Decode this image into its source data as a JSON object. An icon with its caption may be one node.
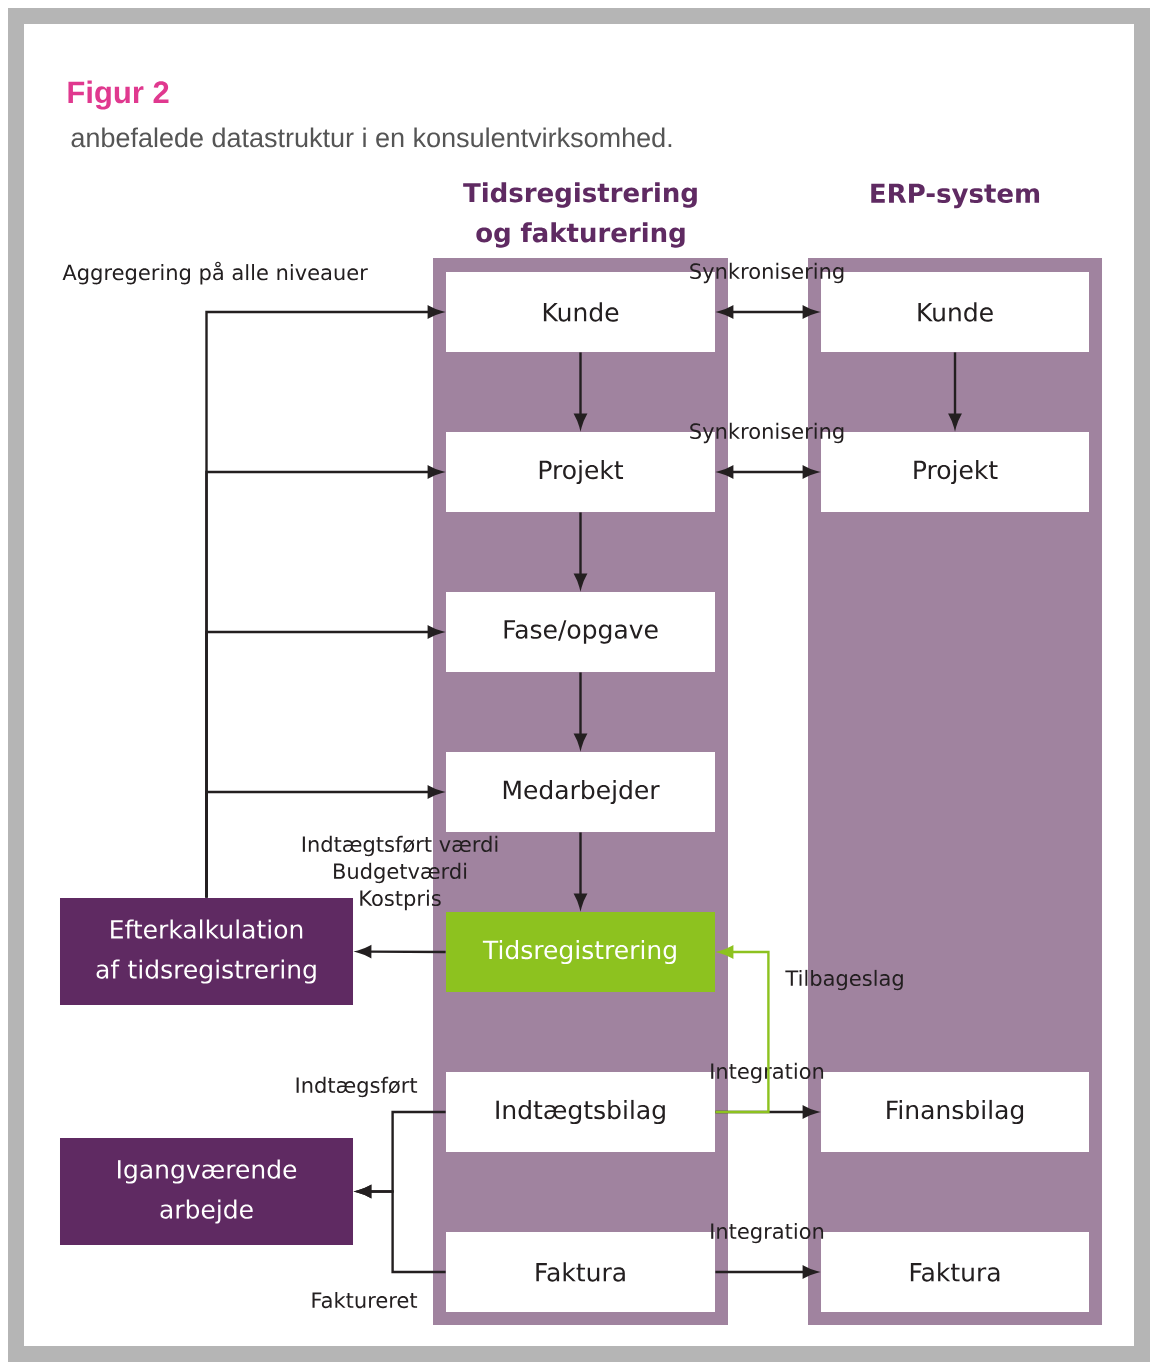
{
  "diagram": {
    "title": "Figur 2",
    "caption": "anbefalede datastruktur i en konsulentvirksomhed.",
    "nodes": [
      {
        "text": [
          "Tidsregistrering og fakturering"
        ]
      },
      {
        "text": [
          "ERP-system"
        ]
      },
      {
        "text": [
          "Kunde"
        ],
        "in": 0
      },
      {
        "text": [
          "Projekt"
        ],
        "in": 0
      },
      {
        "text": [
          "Fase/opgave"
        ],
        "in": 0
      },
      {
        "text": [
          "Medarbejder"
        ],
        "in": 0
      },
      {
        "text": [
          "Tidsregistrering"
        ],
        "in": 0
      },
      {
        "text": [
          "Indtægtsbilag"
        ],
        "in": 0
      },
      {
        "text": [
          "Faktura"
        ],
        "in": 0
      },
      {
        "text": [
          "Kunde"
        ],
        "in": 1
      },
      {
        "text": [
          "Projekt"
        ],
        "in": 1
      },
      {
        "text": [
          "Finansbilag"
        ],
        "in": 1
      },
      {
        "text": [
          "Faktura"
        ],
        "in": 1
      },
      {
        "text": [
          "Efterkalkulation af tidsregistrering"
        ]
      },
      {
        "text": [
          "Igangværende arbejde"
        ]
      }
    ],
    "edges": [
      {
        "from": 2,
        "to": 3,
        "arrow": "to"
      },
      {
        "from": 3,
        "to": 4,
        "arrow": "to"
      },
      {
        "from": 4,
        "to": 5,
        "arrow": "to"
      },
      {
        "from": 5,
        "to": 6,
        "arrow": "to"
      },
      {
        "from": 2,
        "to": 9,
        "arrow": "both",
        "label": "Synkronisering"
      },
      {
        "from": 3,
        "to": 10,
        "arrow": "both",
        "label": "Synkronisering"
      },
      {
        "from": 9,
        "to": 10,
        "arrow": "to"
      },
      {
        "from": 6,
        "to": 13,
        "arrow": "to"
      },
      {
        "from": 13,
        "to": 2,
        "arrow": "to"
      },
      {
        "from": 13,
        "to": 3,
        "arrow": "to"
      },
      {
        "from": 13,
        "to": 4,
        "arrow": "to"
      },
      {
        "from": 13,
        "to": 5,
        "arrow": "to"
      },
      {
        "from": 7,
        "to": 14,
        "arrow": "to",
        "label": "Indtægsført"
      },
      {
        "from": 8,
        "to": 14,
        "arrow": "to",
        "label": "Faktureret"
      },
      {
        "from": 7,
        "to": 11,
        "arrow": "to",
        "label": "Integration"
      },
      {
        "from": 7,
        "to": 6,
        "arrow": "to",
        "label": "Tilbageslag",
        "color": "#8dc21f"
      },
      {
        "from": 8,
        "to": 12,
        "arrow": "to",
        "label": "Integration"
      }
    ],
    "labels": [
      "Aggregering på alle niveauer",
      "Indtægtsført værdi",
      "Budgetværdi",
      "Kostpris"
    ]
  }
}
